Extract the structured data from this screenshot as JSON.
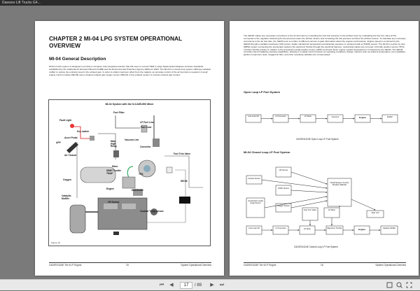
{
  "app": {
    "title": "Daewoo Lift Trucks G4..."
  },
  "left_page": {
    "chapter_title": "CHAPTER 2 MI-04 LPG SYSTEM OPERATIONAL OVERVIEW",
    "heading": "MI-04 General Description",
    "paragraph": "MI-04 control system is designed to provide a complete, fully integrated solution that will meet or exceed TIER-2 Large Spark Ignited Engines emission standards established by the California Air Research Board (CARB) and the Environmental Protection Agency (EPA) for 2004. The MI-04 is a closed loop system utilizing a catalytic muffler to reduce the emission level in the exhaust gas. In order to obtain maximum effect from the catalyst, an accurate control of the air fuel ratio is required. A small engine control module (SECM) uses a heated exhaust gas oxygen sensor (HEGO) in the exhaust system to monitor exhaust gas content.",
    "figure": {
      "title": "MI-04 System with the N-CA55-500 Mixer",
      "labels": {
        "fault_light": "Fault Light",
        "key_switch": "Key switch",
        "accel_pedal": "Accel Pedal",
        "app": "APP",
        "main_pwr_relay": "Main PWR Relay",
        "fuel_filter": "Fuel Filter",
        "lp_fuel_line": "LP Fuel Line",
        "fuel_lock": "Fuel Lock",
        "vacuum_line": "Vacuum Line",
        "converter": "Converter",
        "air_cleaner": "Air Cleaner",
        "fuel_trim_valve": "Fuel Trim Valve",
        "mixer": "Mixer",
        "dbw_throttle_tmap": "DBW Throttle TMAP",
        "tps": "TPS",
        "secm": "SECM",
        "oxygen": "Oxygen",
        "engine": "Engine",
        "distributor": "Distributor",
        "catalytic_muffler": "Catalytic Muffler",
        "vr_sensor": "VR Sensor",
        "coolant_temp_sensor": "Coolant Temp Sensor"
      },
      "number": "Figure 10"
    },
    "footer": {
      "left": "G420E/G424E Tier Ⅱ LP Engine",
      "center": "15",
      "right": "System Operational Overview"
    }
  },
  "right_page": {
    "paragraph": "The SECM makes any necessary corrections to the air fuel ratio by controlling the inlet fuel pressure to the air/fuel mixer by modulating the fuel trim valve (FTV) connected to the regulator. Reducing the fuel pressure leans the air/fuel mixture and increasing the fuel pressure enriches the air/fuel mixture. To calculate any necessary corrections to the air fuel ratio, the SECM uses a number of different sensors to gain information about the engines performance. Engine speed is monitored by the SECM through a variable reluctance (VR) sensor. Intake manifold air temperature and absolute pressure is monitored with a (TMAP) sensor. The MI-04 is a drive by wire (DBW) system connecting the accelerator pedal to the electronic throttle through the electrical harness, mechanical cables are not used. A throttle position sensor (TPS) monitors throttle position in relation to the accelerator pedal position sensor (APP) command. Even engine coolant temperature is monitored by the SECM. The SECM controller has full adaptive learning capabilities, allowing it to adapt control function as operating conditions change. Factors such as ambient temperature, fuel volatilities, ignition component wear, clogged air filter, and other operating variables are compensated.",
    "open_loop": {
      "heading": "Open Loop LP Fuel System",
      "boxes": [
        "Fuel Lock-Off",
        "LP Converter",
        "LP Mixer",
        "Governor",
        "Engine",
        "Muffler"
      ],
      "caption": "G420E/G424E Open Loop LP Fuel System"
    },
    "closed_loop": {
      "heading": "MI-04 Closed Loop LP Fuel System",
      "boxes": {
        "vr_sensor": "VR Sensor",
        "coolant_sensor": "Coolant Sensor",
        "tmap_sensor": "TMAP Sensor",
        "accel_sensor": "Acceleration pedal Angle Sensor",
        "oxygen_sensor": "Oxygen Sensor",
        "fuel_trim_valve": "Fuel Trim Valve",
        "lp_mixer": "LP Mixer",
        "secm": "Small Engine Control Module (SECM)",
        "start_coil": "Start Coil",
        "fuel_lockoff": "Fuel Lock-Off",
        "lp_converter": "LP Converter",
        "lp_mixer2": "LP Mixer",
        "electronic_throttle": "Electronic Throttle",
        "engine": "Engine",
        "catalytic_muffler": "Catalytic Muffler"
      },
      "caption": "G420E/G424E Closed Loop LP Fuel System"
    },
    "footer": {
      "left": "G420E/G424E Tier Ⅱ LP Engine",
      "center": "16",
      "right": "System Operational Overview"
    }
  },
  "toolbar": {
    "first": "⏮",
    "prev": "◀",
    "current_page": "17",
    "total_pages": "/ 89",
    "next": "▶",
    "last": "⏭",
    "icons": [
      "fit-page-icon",
      "zoom-icon",
      "fullscreen-icon"
    ]
  },
  "colors": {
    "viewer_bg": "#7a7a7a",
    "toolbar_bg": "#e9e9e9",
    "page": "#ffffff"
  }
}
